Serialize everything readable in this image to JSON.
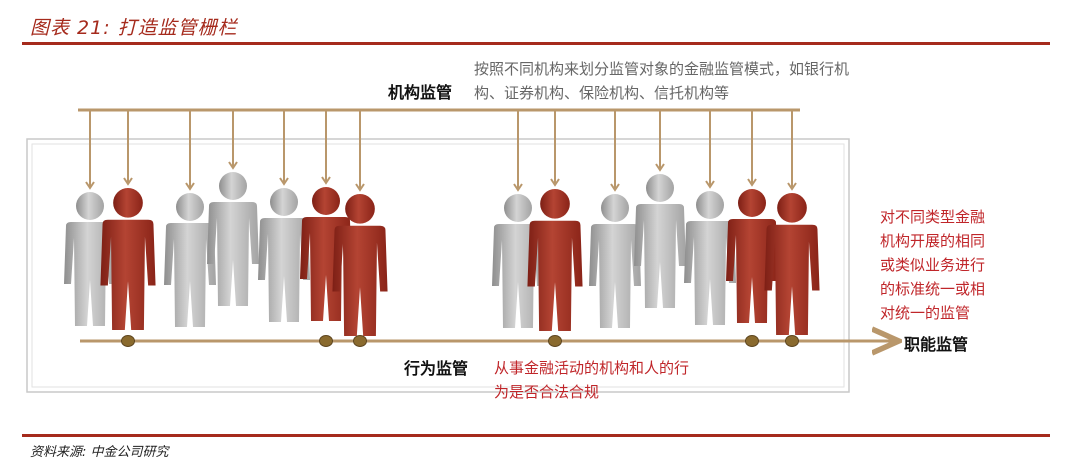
{
  "header": {
    "title": "图表 21: 打造监管栅栏",
    "source": "资料来源: 中金公司研究"
  },
  "labels": {
    "institutional": "机构监管",
    "behavioral": "行为监管",
    "functional": "职能监管"
  },
  "descriptions": {
    "institutional": "按照不同机构来划分监管对象的金融监管模式，如银行机\n构、证券机构、保险机构、信托机构等",
    "behavioral": "从事金融活动的机构和人的行\n为是否合法合规",
    "functional": "对不同类型金融\n机构开展的相同\n或类似业务进行\n的标准统一或相\n对统一的监管"
  },
  "colors": {
    "accent": "#a52a1c",
    "gold": "#b9976b",
    "gray_figure": "#b3b3b3",
    "red_figure": "#a02a1f"
  },
  "figures": [
    "gray",
    "red",
    "gray",
    "gray",
    "gray",
    "red",
    "red",
    "gray",
    "red",
    "gray",
    "gray",
    "gray",
    "red",
    "red"
  ]
}
